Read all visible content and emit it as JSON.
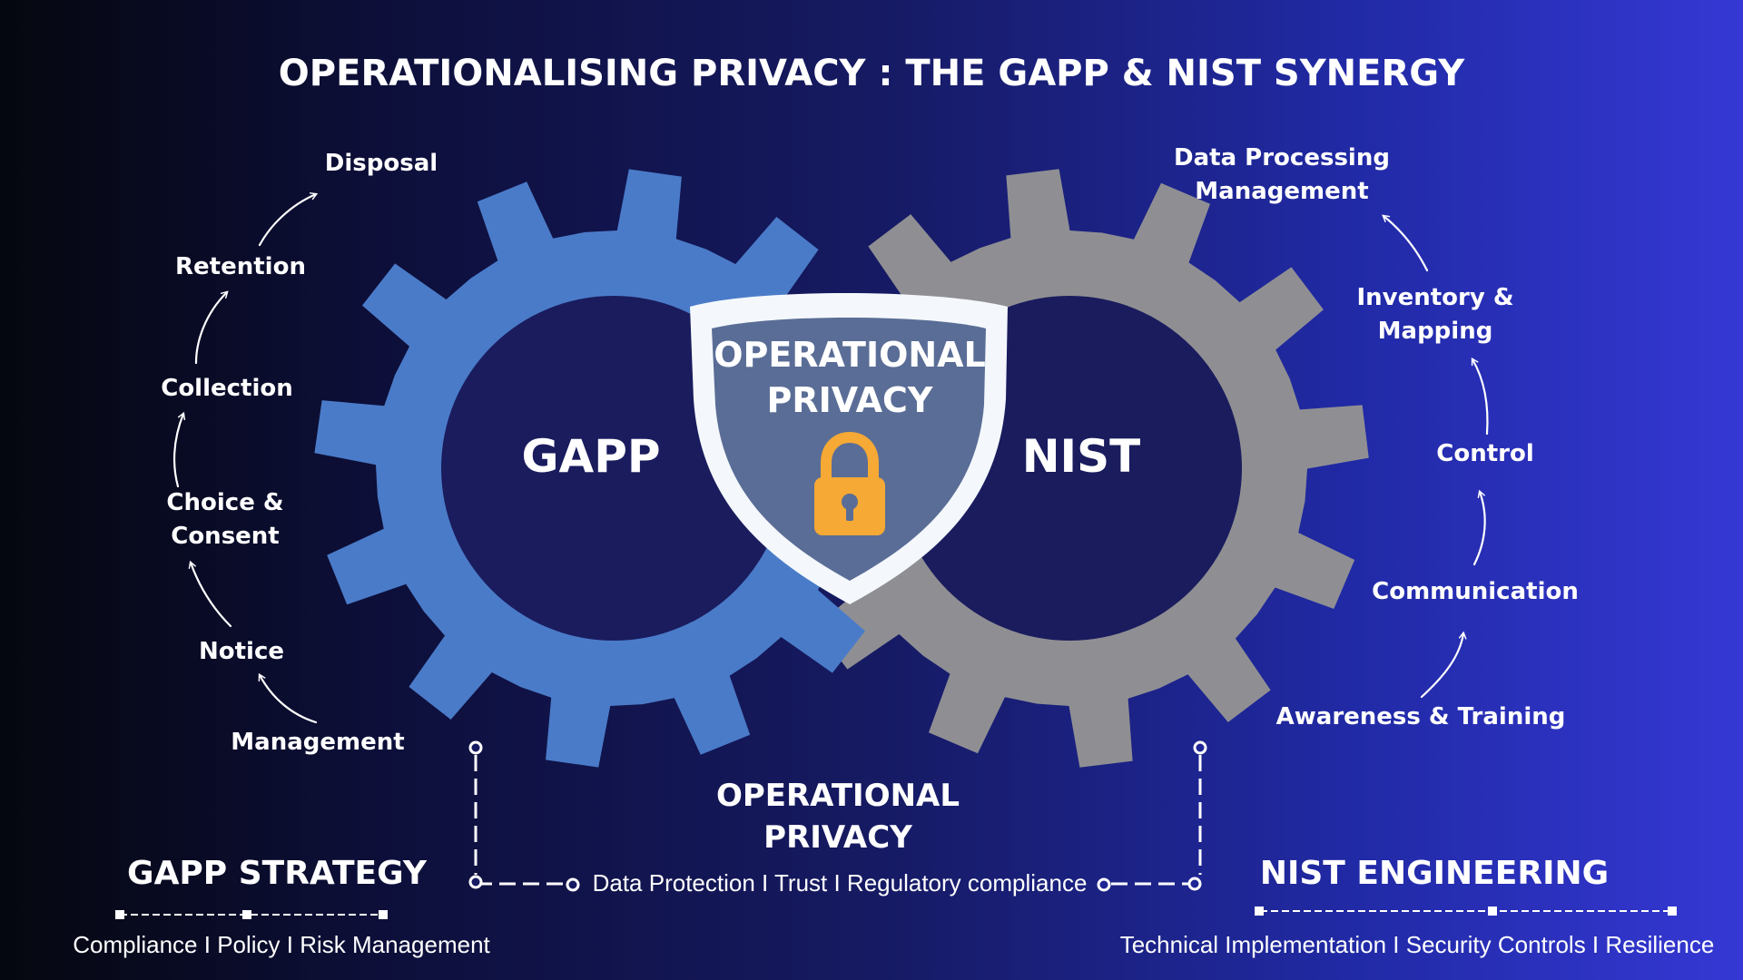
{
  "title": "OPERATIONALISING PRIVACY : THE GAPP & NIST SYNERGY",
  "gapp_gear_label": "GAPP",
  "nist_gear_label": "NIST",
  "shield": {
    "line1": "OPERATIONAL",
    "line2": "PRIVACY"
  },
  "gapp_steps": [
    "Management",
    "Notice",
    "Choice & Consent",
    "Collection",
    "Retention",
    "Disposal"
  ],
  "nist_steps": [
    "Awareness & Training",
    "Communication",
    "Control",
    "Inventory & Mapping",
    "Data Processing Management"
  ],
  "center": {
    "line1": "OPERATIONAL",
    "line2": "PRIVACY",
    "subtitle": "Data Protection I Trust I Regulatory compliance"
  },
  "gapp_strategy": {
    "title": "GAPP STRATEGY",
    "subtitle": "Compliance I Policy I Risk Management"
  },
  "nist_engineering": {
    "title": "NIST ENGINEERING",
    "subtitle": "Technical Implementation I Security Controls I Resilience"
  },
  "colors": {
    "gapp_gear": "#4a7bc8",
    "nist_gear": "#8f8f93",
    "gear_hole": "#1a1c5e",
    "shield_fill": "#5a6d96",
    "shield_border": "#f4f8fc",
    "lock": "#f6a935"
  },
  "icons": [
    "lock-icon",
    "gear-icon",
    "shield-icon",
    "curved-arrow-icon"
  ]
}
